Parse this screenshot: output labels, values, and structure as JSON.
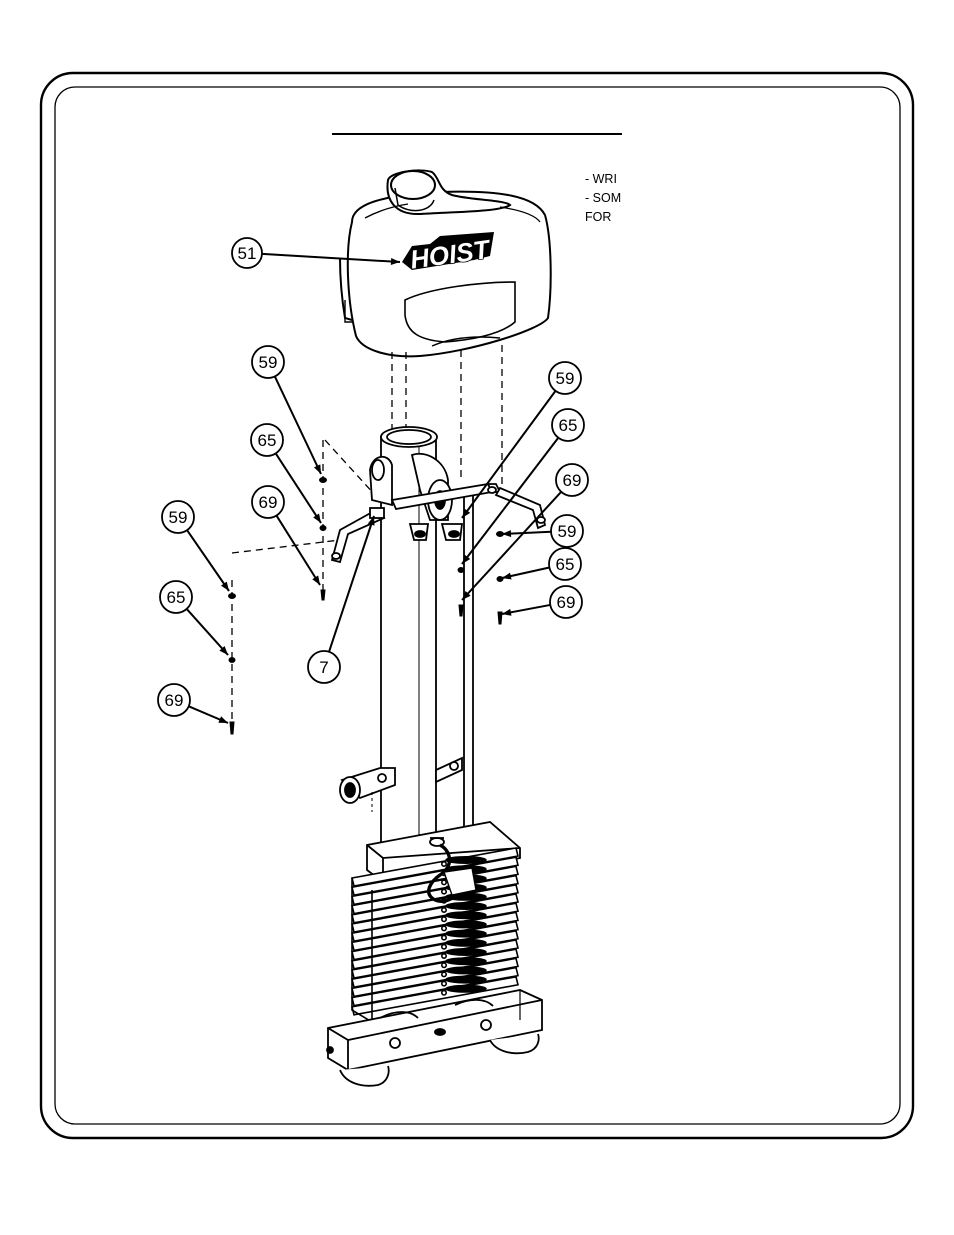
{
  "notes": [
    "- WRI",
    "- SOM",
    "FOR"
  ],
  "logo": "HOIST",
  "callouts": [
    "51",
    "59",
    "65",
    "69",
    "59",
    "65",
    "69",
    "7",
    "59",
    "65",
    "69",
    "59",
    "65",
    "69"
  ]
}
